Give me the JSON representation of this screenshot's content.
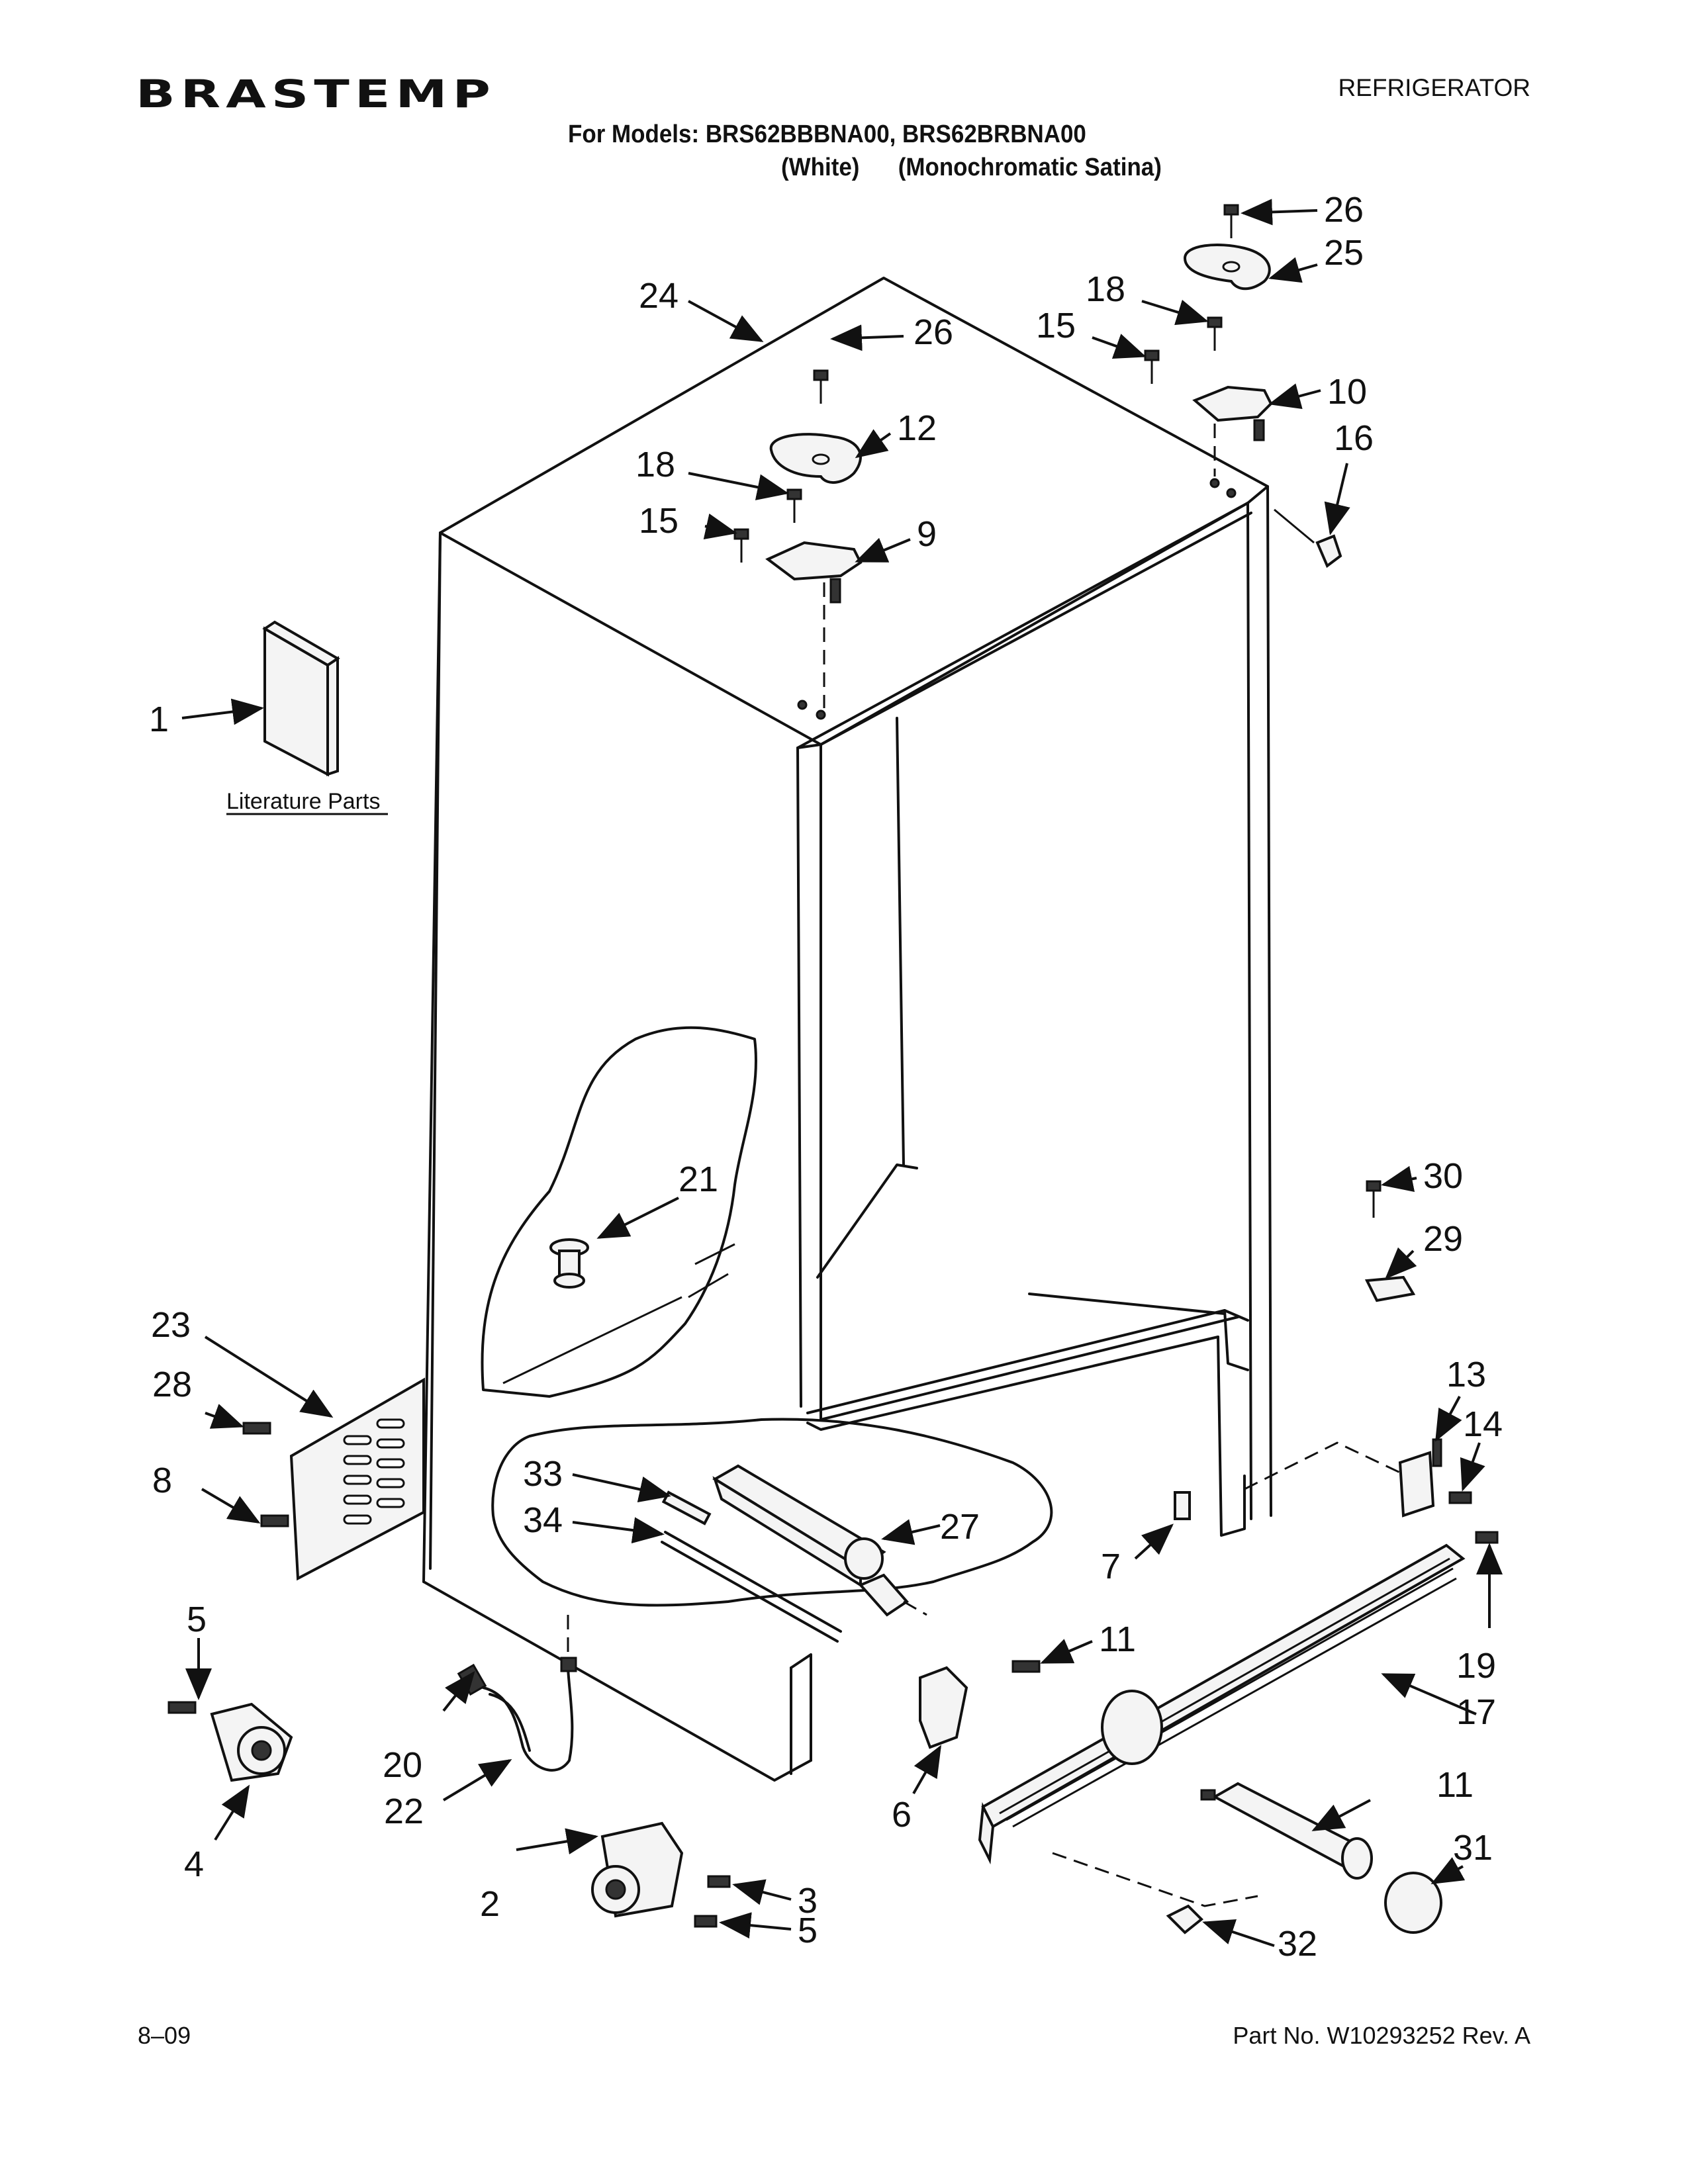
{
  "header": {
    "brand": "BRASTEMP",
    "document_type": "REFRIGERATOR",
    "models_line": "For Models: BRS62BBBNA00, BRS62BRBNA00",
    "variants_line": "(White)      (Monochromatic Satina)"
  },
  "literature_caption": "Literature Parts",
  "callouts": {
    "c1": "1",
    "c2": "2",
    "c3": "3",
    "c4": "4",
    "c5a": "5",
    "c5b": "5",
    "c6": "6",
    "c7": "7",
    "c8": "8",
    "c9": "9",
    "c10": "10",
    "c11a": "11",
    "c11b": "11",
    "c12": "12",
    "c13": "13",
    "c14": "14",
    "c15a": "15",
    "c15b": "15",
    "c16": "16",
    "c17": "17",
    "c18a": "18",
    "c18b": "18",
    "c19": "19",
    "c20": "20",
    "c21": "21",
    "c22": "22",
    "c23": "23",
    "c24": "24",
    "c25": "25",
    "c26a": "26",
    "c26b": "26",
    "c27": "27",
    "c28": "28",
    "c29": "29",
    "c30": "30",
    "c31": "31",
    "c32": "32",
    "c33": "33",
    "c34": "34"
  },
  "footer": {
    "date_code": "8–09",
    "part_number": "Part No. W10293252 Rev. A"
  }
}
